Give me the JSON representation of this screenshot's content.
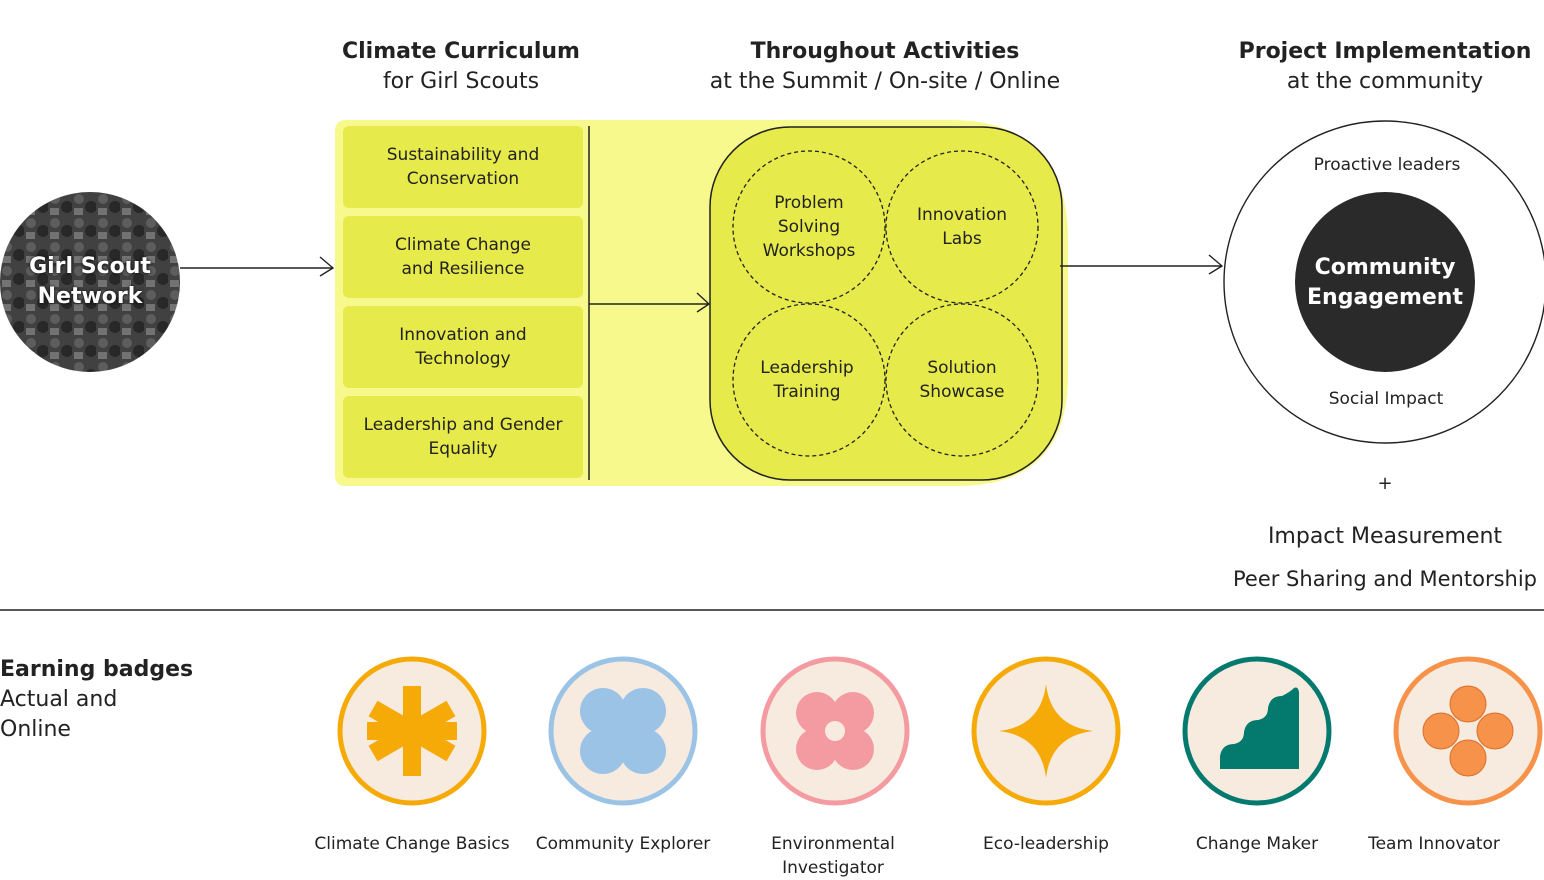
{
  "headers": {
    "curriculum": {
      "title": "Climate Curriculum",
      "subtitle": "for Girl Scouts"
    },
    "activities": {
      "title": "Throughout Activities",
      "subtitle": "at the Summit / On-site / Online"
    },
    "implementation": {
      "title": "Project Implementation",
      "subtitle": "at the community"
    }
  },
  "network": {
    "label_line1": "Girl Scout",
    "label_line2": "Network"
  },
  "curriculum_items": [
    {
      "line1": "Sustainability and",
      "line2": "Conservation"
    },
    {
      "line1": "Climate Change",
      "line2": "and Resilience"
    },
    {
      "line1": "Innovation and",
      "line2": "Technology"
    },
    {
      "line1": "Leadership and Gender",
      "line2": "Equality"
    }
  ],
  "activities": [
    {
      "line1": "Problem",
      "line2": "Solving",
      "line3": "Workshops"
    },
    {
      "line1": "Innovation",
      "line2": "Labs",
      "line3": ""
    },
    {
      "line1": "Leadership",
      "line2": "Training",
      "line3": ""
    },
    {
      "line1": "Solution",
      "line2": "Showcase",
      "line3": ""
    }
  ],
  "implementation": {
    "top_label": "Proactive leaders",
    "core_line1": "Community",
    "core_line2": "Engagement",
    "bottom_label": "Social Impact",
    "plus": "+",
    "extra1": "Impact Measurement",
    "extra2": "Peer Sharing and Mentorship"
  },
  "badges_section": {
    "title": "Earning badges",
    "subtitle_line1": "Actual and",
    "subtitle_line2": "Online"
  },
  "badges": [
    {
      "line1": "Climate Change Basics",
      "line2": "",
      "icon": "asterisk-icon",
      "ring_color": "#f5aa07",
      "icon_color": "#f5aa07"
    },
    {
      "line1": "Community Explorer",
      "line2": "",
      "icon": "quatrefoil-icon",
      "ring_color": "#9bc3e6",
      "icon_color": "#9bc3e6"
    },
    {
      "line1": "Environmental",
      "line2": "Investigator",
      "icon": "flower-icon",
      "ring_color": "#f49aa1",
      "icon_color": "#f49aa1"
    },
    {
      "line1": "Eco-leadership",
      "line2": "",
      "icon": "sparkle-icon",
      "ring_color": "#f5aa07",
      "icon_color": "#f5aa07"
    },
    {
      "line1": "Change Maker",
      "line2": "",
      "icon": "wave-hill-icon",
      "ring_color": "#037a6d",
      "icon_color": "#037a6d"
    },
    {
      "line1": "Team Innovator",
      "line2": "",
      "icon": "four-dots-icon",
      "ring_color": "#f7924a",
      "icon_color": "#f7924a"
    }
  ],
  "colors": {
    "highlight_bg": "#f7f98c",
    "item_bg": "#e6ea4a",
    "badge_fill": "#f7ebe0",
    "core_fill": "#2a2a2a"
  }
}
